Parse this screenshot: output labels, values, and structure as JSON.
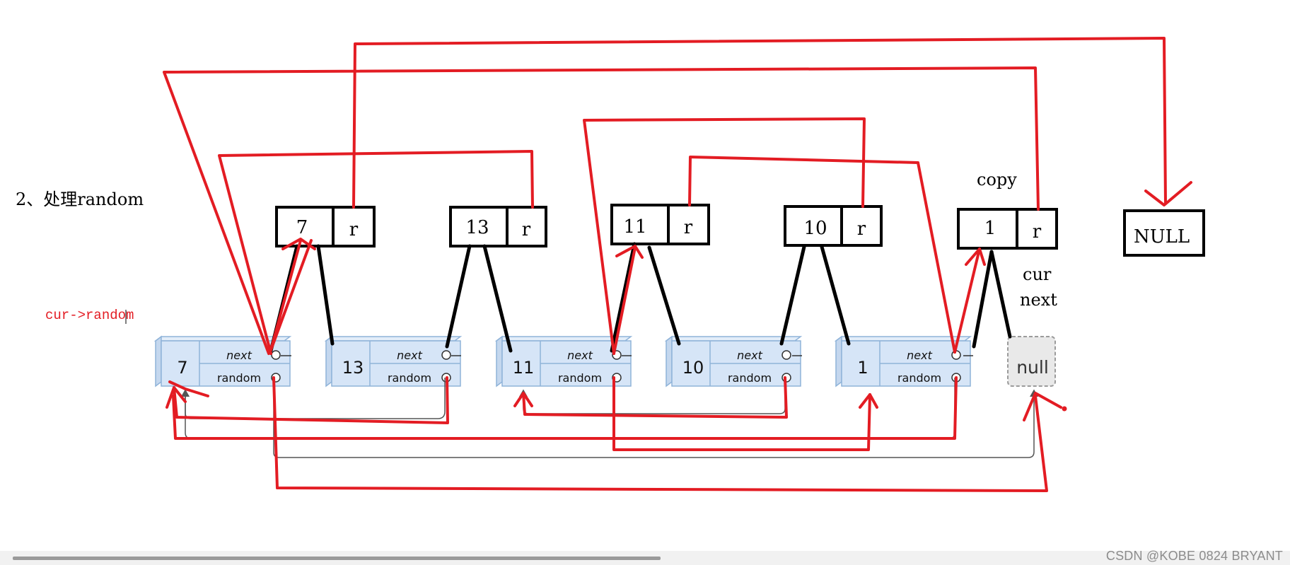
{
  "heading": "2、处理random",
  "pointer_label": "cur->random",
  "copy_label": "copy",
  "cur_label": "cur",
  "next_label": "next",
  "null_box": "NULL",
  "random_short": "r",
  "field_next": "next",
  "field_random": "random",
  "copy_nodes": [
    {
      "value": "7"
    },
    {
      "value": "13"
    },
    {
      "value": "11"
    },
    {
      "value": "10"
    },
    {
      "value": "1"
    }
  ],
  "orig_nodes": [
    {
      "value": "7"
    },
    {
      "value": "13"
    },
    {
      "value": "11"
    },
    {
      "value": "10"
    },
    {
      "value": "1"
    }
  ],
  "null_node": "null",
  "watermark": "CSDN @KOBE 0824 BRYANT",
  "colors": {
    "red": "#e31c23",
    "black": "#000000",
    "node_fill": "#d6e5f7",
    "node_border": "#8fb3d9"
  }
}
